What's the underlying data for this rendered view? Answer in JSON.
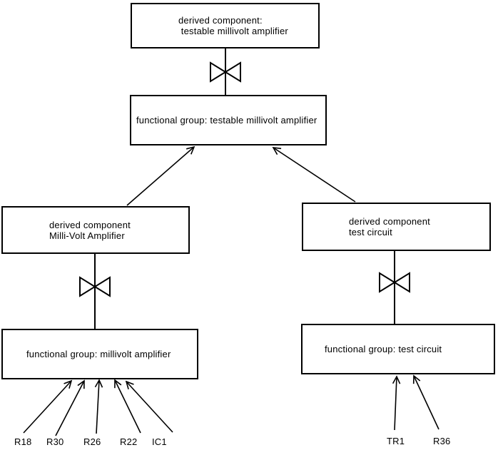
{
  "colors": {
    "ink": "#000000",
    "background": "#ffffff"
  },
  "boxes": {
    "derived_testable": {
      "line1": "derived component:",
      "line2": " testable millivolt amplifier"
    },
    "fg_testable": {
      "label": "functional group: testable millivolt amplifier"
    },
    "derived_millivolt": {
      "line1": "derived component",
      "line2": "Milli-Volt Amplifier"
    },
    "derived_test": {
      "line1": "derived component",
      "line2": "test circuit"
    },
    "fg_millivolt": {
      "label": "functional group: millivolt amplifier"
    },
    "fg_test": {
      "label": "functional group: test circuit"
    }
  },
  "components": {
    "left": [
      "R18",
      "R30",
      "R26",
      "R22",
      "IC1"
    ],
    "right": [
      "TR1",
      "R36"
    ]
  }
}
